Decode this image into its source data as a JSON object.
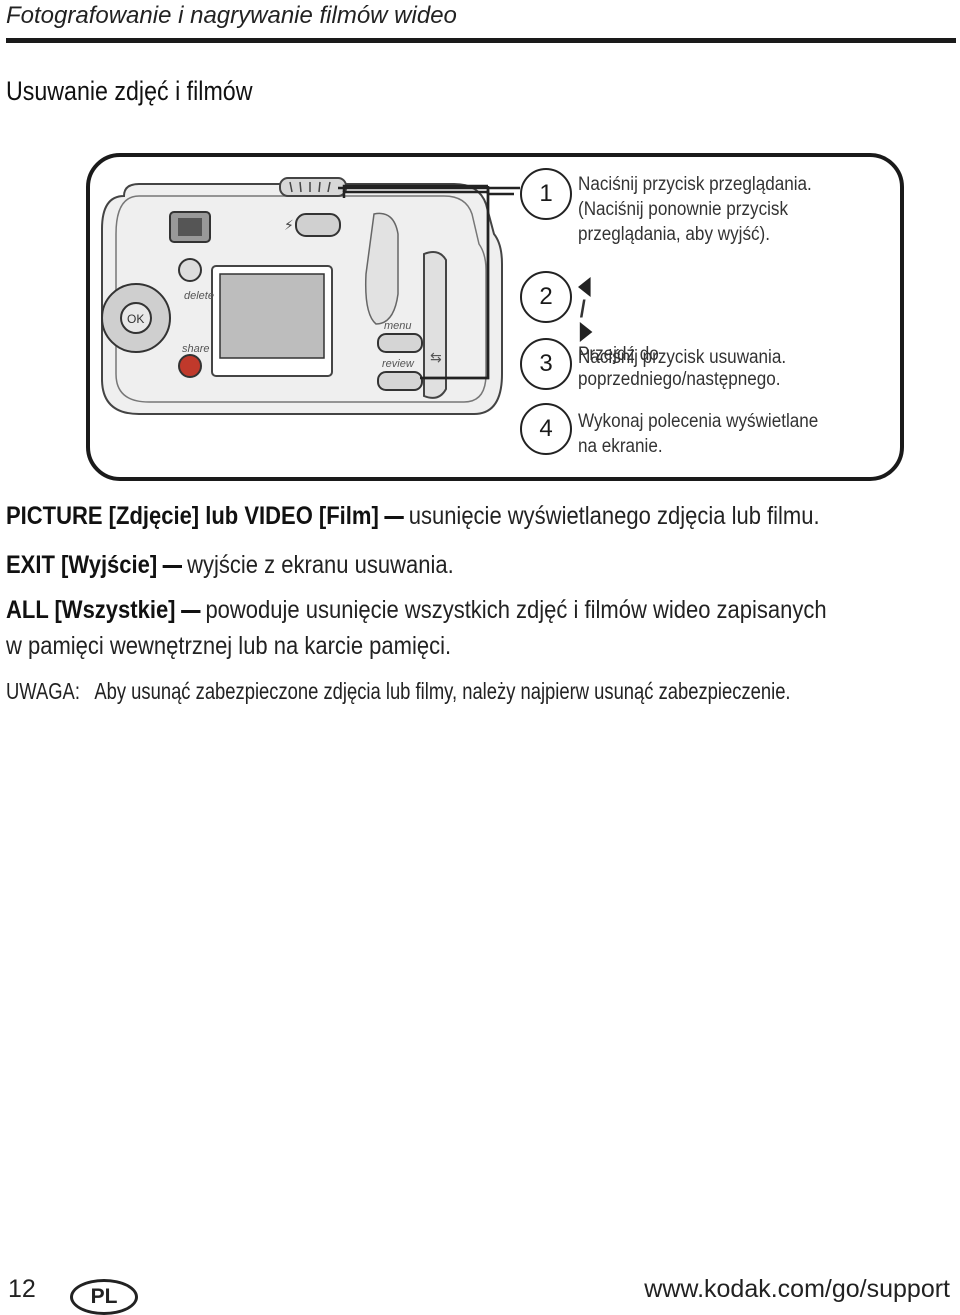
{
  "header": {
    "title": "Fotografowanie i nagrywanie filmów wideo"
  },
  "section": {
    "title": "Usuwanie zdjęć i filmów"
  },
  "camera": {
    "button_labels": {
      "delete": "delete",
      "share": "share",
      "menu": "menu",
      "review": "review",
      "ok": "OK"
    }
  },
  "steps": [
    {
      "number": "1",
      "lines": [
        "Naciśnij przycisk przeglądania.",
        "(Naciśnij ponownie przycisk",
        "przeglądania, aby wyjść)."
      ]
    },
    {
      "number": "2",
      "lines": [
        "Przejdź do",
        "poprzedniego/następnego."
      ]
    },
    {
      "number": "3",
      "lines": [
        "Naciśnij przycisk usuwania."
      ]
    },
    {
      "number": "4",
      "lines": [
        "Wykonaj polecenia wyświetlane",
        "na ekranie."
      ]
    }
  ],
  "options": [
    {
      "term": "PICTURE [Zdjęcie] lub VIDEO [Film]",
      "description": "usunięcie wyświetlanego zdjęcia lub filmu."
    },
    {
      "term": "EXIT [Wyjście]",
      "description": "wyjście z ekranu usuwania."
    },
    {
      "term": "ALL [Wszystkie]",
      "description": "powoduje usunięcie wszystkich zdjęć i filmów wideo zapisanych",
      "continuation": "w pamięci wewnętrznej lub na karcie pamięci."
    }
  ],
  "note": {
    "label": "UWAGA:",
    "text": "Aby usunąć zabezpieczone zdjęcia lub filmy, należy najpierw usunąć zabezpieczenie."
  },
  "footer": {
    "page_number": "12",
    "language": "PL",
    "url": "www.kodak.com/go/support"
  }
}
